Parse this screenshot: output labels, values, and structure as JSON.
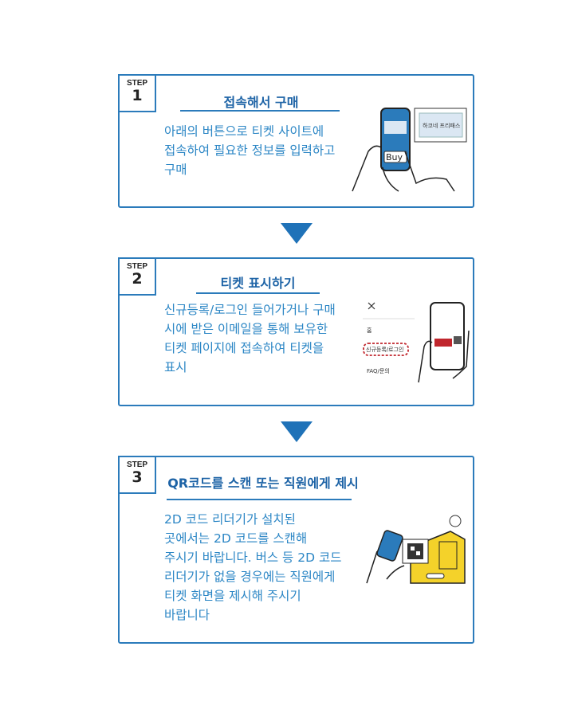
{
  "steps": [
    {
      "label": "STEP",
      "number": "1",
      "title": "접속해서 구매",
      "body": "아래의 버튼으로 티켓 사이트에\n접속하여 필요한 정보를 입력하고\n구매",
      "illustration": {
        "card_text": "하코네 프리패스",
        "button": "Buy"
      }
    },
    {
      "label": "STEP",
      "number": "2",
      "title": "티켓 표시하기",
      "body": "신규등록/로그인 들어가거나 구매\n시에 받은 이메일을 통해 보유한\n티켓 페이지에 접속하여 티켓을\n표시",
      "illustration": {
        "menu": [
          "홈",
          "신규등록/로그인",
          "FAQ/문의"
        ]
      }
    },
    {
      "label": "STEP",
      "number": "3",
      "title": "QR코드를 스캔 또는 직원에게 제시",
      "body": "2D 코드 리더기가 설치된\n곳에서는 2D 코드를 스캔해\n주시기 바랍니다. 버스 등 2D 코드\n리더기가 없을 경우에는 직원에게\n티켓 화면을 제시해 주시기\n바랍니다"
    }
  ],
  "colors": {
    "border": "#2b7bbb",
    "title": "#1d63a6",
    "body": "#2b86c5",
    "arrow": "#1f72b8",
    "reader": "#f4d22a"
  }
}
